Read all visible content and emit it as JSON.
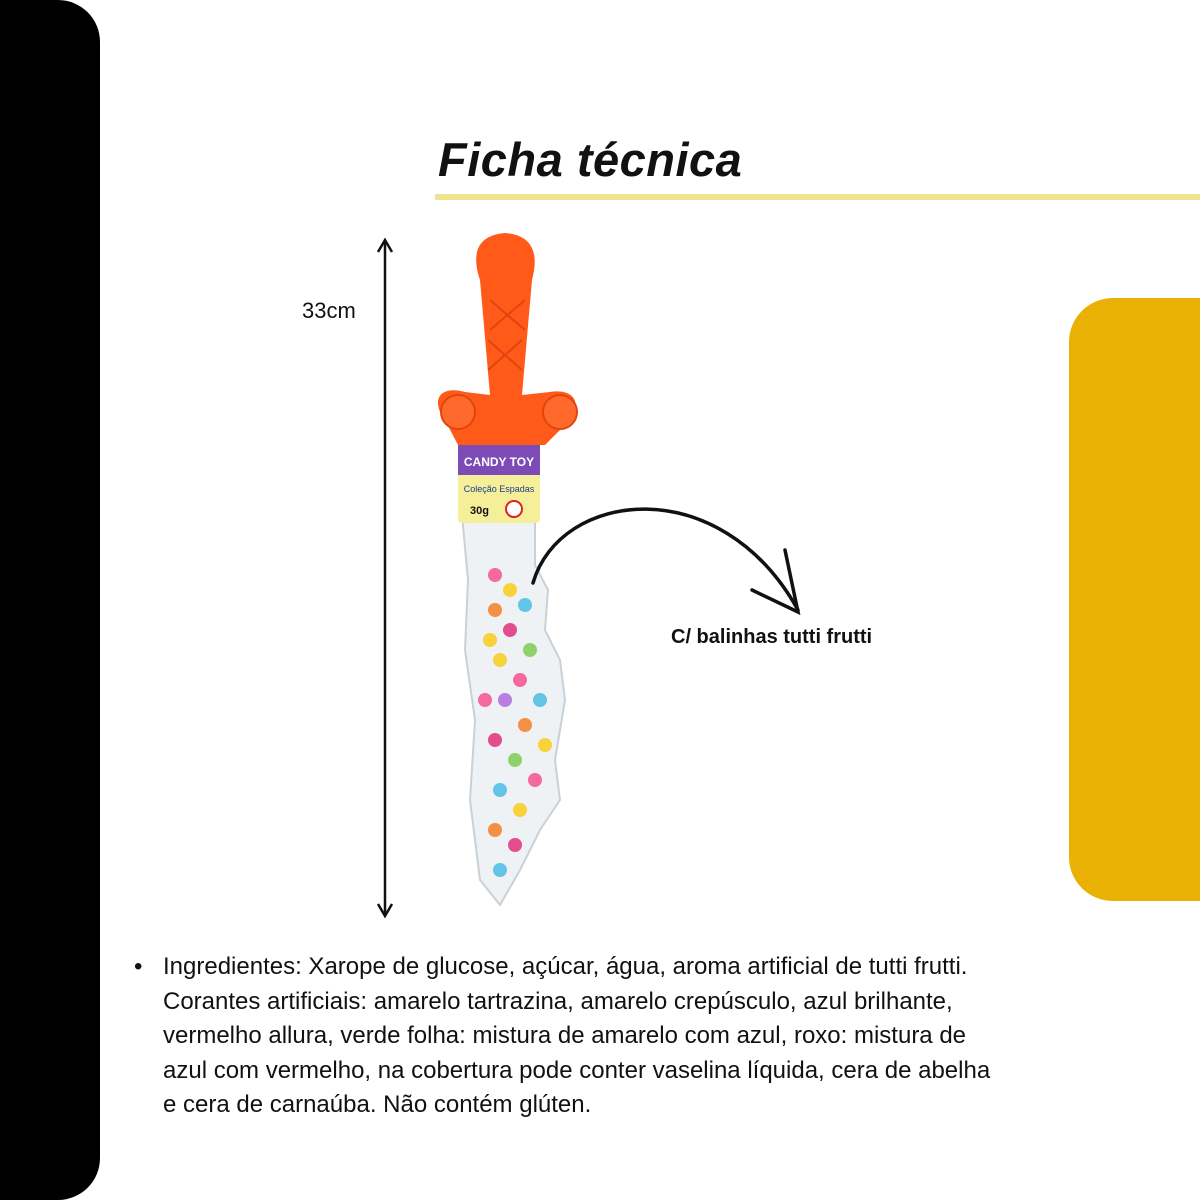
{
  "title": "Ficha técnica",
  "dimension": {
    "height_label": "33cm"
  },
  "product_label": {
    "brand": "CANDY TOY",
    "line": "Coleção Espadas",
    "weight": "30g"
  },
  "callout": "C/ balinhas tutti frutti",
  "ingredients": {
    "bullet": "•",
    "lines": [
      "Ingredientes: Xarope de glucose, açúcar, água, aroma artificial de tutti frutti.",
      "Corantes artificiais: amarelo tartrazina, amarelo crepúsculo, azul brilhante,",
      "vermelho allura, verde folha: mistura de amarelo com azul, roxo: mistura de",
      "azul com vermelho, na cobertura pode conter vaselina líquida, cera de abelha",
      "e cera de carnaúba. Não contém glúten."
    ]
  },
  "colors": {
    "accent_yellow": "#E9B104",
    "underline": "#EFE38F",
    "handle": "#FF5A1A"
  }
}
